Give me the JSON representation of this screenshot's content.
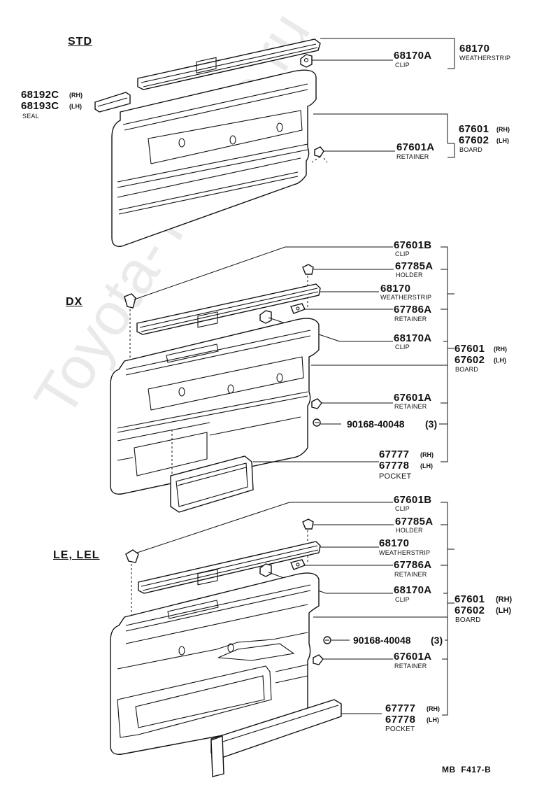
{
  "watermark": "Toyota-Tomine.ru",
  "sections": {
    "std": {
      "title": "STD",
      "seal": {
        "pn_a": "68192C",
        "sfx_a": "(RH)",
        "pn_b": "68193C",
        "sfx_b": "(LH)",
        "name": "SEAL"
      },
      "clip": {
        "pn": "68170A",
        "name": "CLIP"
      },
      "weatherstrip": {
        "pn": "68170",
        "name": "WEATHERSTRIP"
      },
      "retainer": {
        "pn": "67601A",
        "name": "RETAINER"
      },
      "board": {
        "pn_a": "67601",
        "sfx_a": "(RH)",
        "pn_b": "67602",
        "sfx_b": "(LH)",
        "name": "BOARD"
      }
    },
    "dx": {
      "title": "DX",
      "clip_b": {
        "pn": "67601B",
        "name": "CLIP"
      },
      "holder": {
        "pn": "67785A",
        "name": "HOLDER"
      },
      "weatherstrip": {
        "pn": "68170",
        "name": "WEATHERSTRIP"
      },
      "retainer_a": {
        "pn": "67786A",
        "name": "RETAINER"
      },
      "clip_a": {
        "pn": "68170A",
        "name": "CLIP"
      },
      "board": {
        "pn_a": "67601",
        "sfx_a": "(RH)",
        "pn_b": "67602",
        "sfx_b": "(LH)",
        "name": "BOARD"
      },
      "retainer_b": {
        "pn": "67601A",
        "name": "RETAINER"
      },
      "screw": {
        "pn": "90168-40048",
        "qty": "(3)"
      },
      "pocket": {
        "pn_a": "67777",
        "sfx_a": "(RH)",
        "pn_b": "67778",
        "sfx_b": "(LH)",
        "name": "POCKET"
      }
    },
    "le": {
      "title": "LE, LEL",
      "clip_b": {
        "pn": "67601B",
        "name": "CLIP"
      },
      "holder": {
        "pn": "67785A",
        "name": "HOLDER"
      },
      "weatherstrip": {
        "pn": "68170",
        "name": "WEATHERSTRIP"
      },
      "retainer_a": {
        "pn": "67786A",
        "name": "RETAINER"
      },
      "clip_a": {
        "pn": "68170A",
        "name": "CLIP"
      },
      "board": {
        "pn_a": "67601",
        "sfx_a": "(RH)",
        "pn_b": "67602",
        "sfx_b": "(LH)",
        "name": "BOARD"
      },
      "screw": {
        "pn": "90168-40048",
        "qty": "(3)"
      },
      "retainer_b": {
        "pn": "67601A",
        "name": "RETAINER"
      },
      "pocket": {
        "pn_a": "67777",
        "sfx_a": "(RH)",
        "pn_b": "67778",
        "sfx_b": "(LH)",
        "name": "POCKET"
      }
    }
  },
  "figure_ref": "MB  F417-B"
}
